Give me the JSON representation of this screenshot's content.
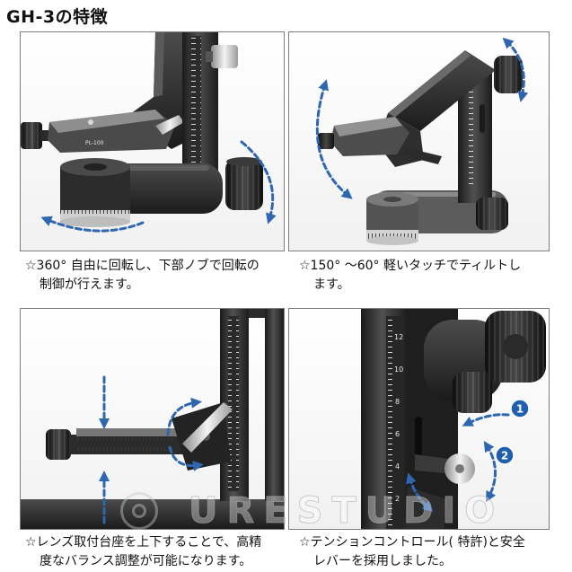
{
  "page": {
    "title": "GH-3の特徴"
  },
  "features": [
    {
      "caption": [
        "☆360° 自由に回転し、下部ノブで回転の",
        "制御が行えます。"
      ]
    },
    {
      "caption": [
        "☆150° ～60° 軽いタッチでティルトし",
        "ます。"
      ]
    },
    {
      "caption": [
        "☆レンズ取付台座を上下することで、高精",
        "度なバランス調整が可能になります。"
      ]
    },
    {
      "caption": [
        "☆テンションコントロール( 特許)と安全",
        "レバーを採用しました。"
      ]
    }
  ],
  "photos": {
    "plate_label": "PL-100",
    "ruler_numbers": [
      "12",
      "10",
      "8",
      "6",
      "4",
      "2"
    ],
    "badges": [
      "1",
      "2"
    ]
  },
  "watermark": "URESTUDIO",
  "colors": {
    "arrow": "#2e66b0",
    "badge": "#1f5fae",
    "metal_dark": "#2b2b2b"
  }
}
